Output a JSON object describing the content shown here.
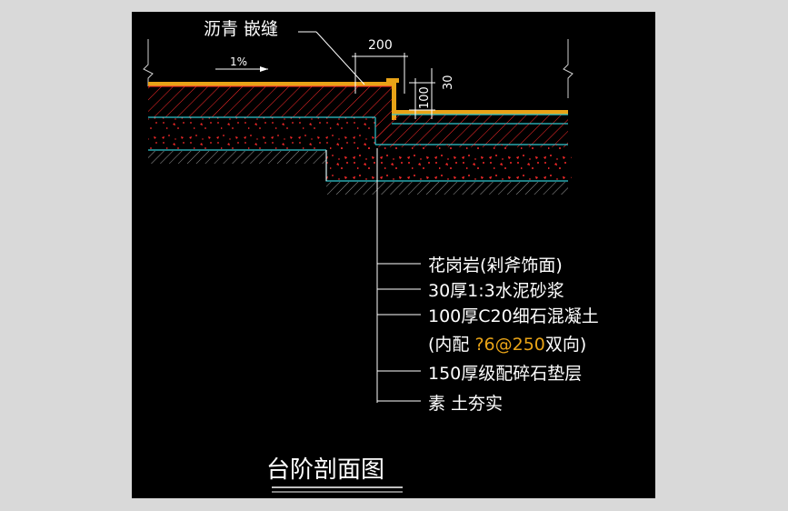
{
  "drawing": {
    "title": "台阶剖面图",
    "top_label": "沥青 嵌缝",
    "slope_label": "1%",
    "dimensions": {
      "width_label": "200",
      "depth_label": "30",
      "step_label": "100"
    },
    "layers": [
      {
        "label": "花岗岩(剁斧饰面)"
      },
      {
        "label": "30厚1:3水泥砂浆"
      },
      {
        "label": "100厚C20细石混凝土"
      },
      {
        "label_prefix": "(内配 ",
        "label_highlight": "?6@250",
        "label_suffix": "双向)"
      },
      {
        "label": "150厚级配碎石垫层"
      },
      {
        "label": "素 土夯实"
      }
    ]
  },
  "colors": {
    "background": "#000000",
    "outer": "#d9d9d9",
    "text": "#ffffff",
    "highlight": "#e8a317",
    "granite": "#e8a317",
    "hatch": "#ff2a2a",
    "cyan_line": "#31c8d0",
    "gray": "#9a9a9a"
  }
}
